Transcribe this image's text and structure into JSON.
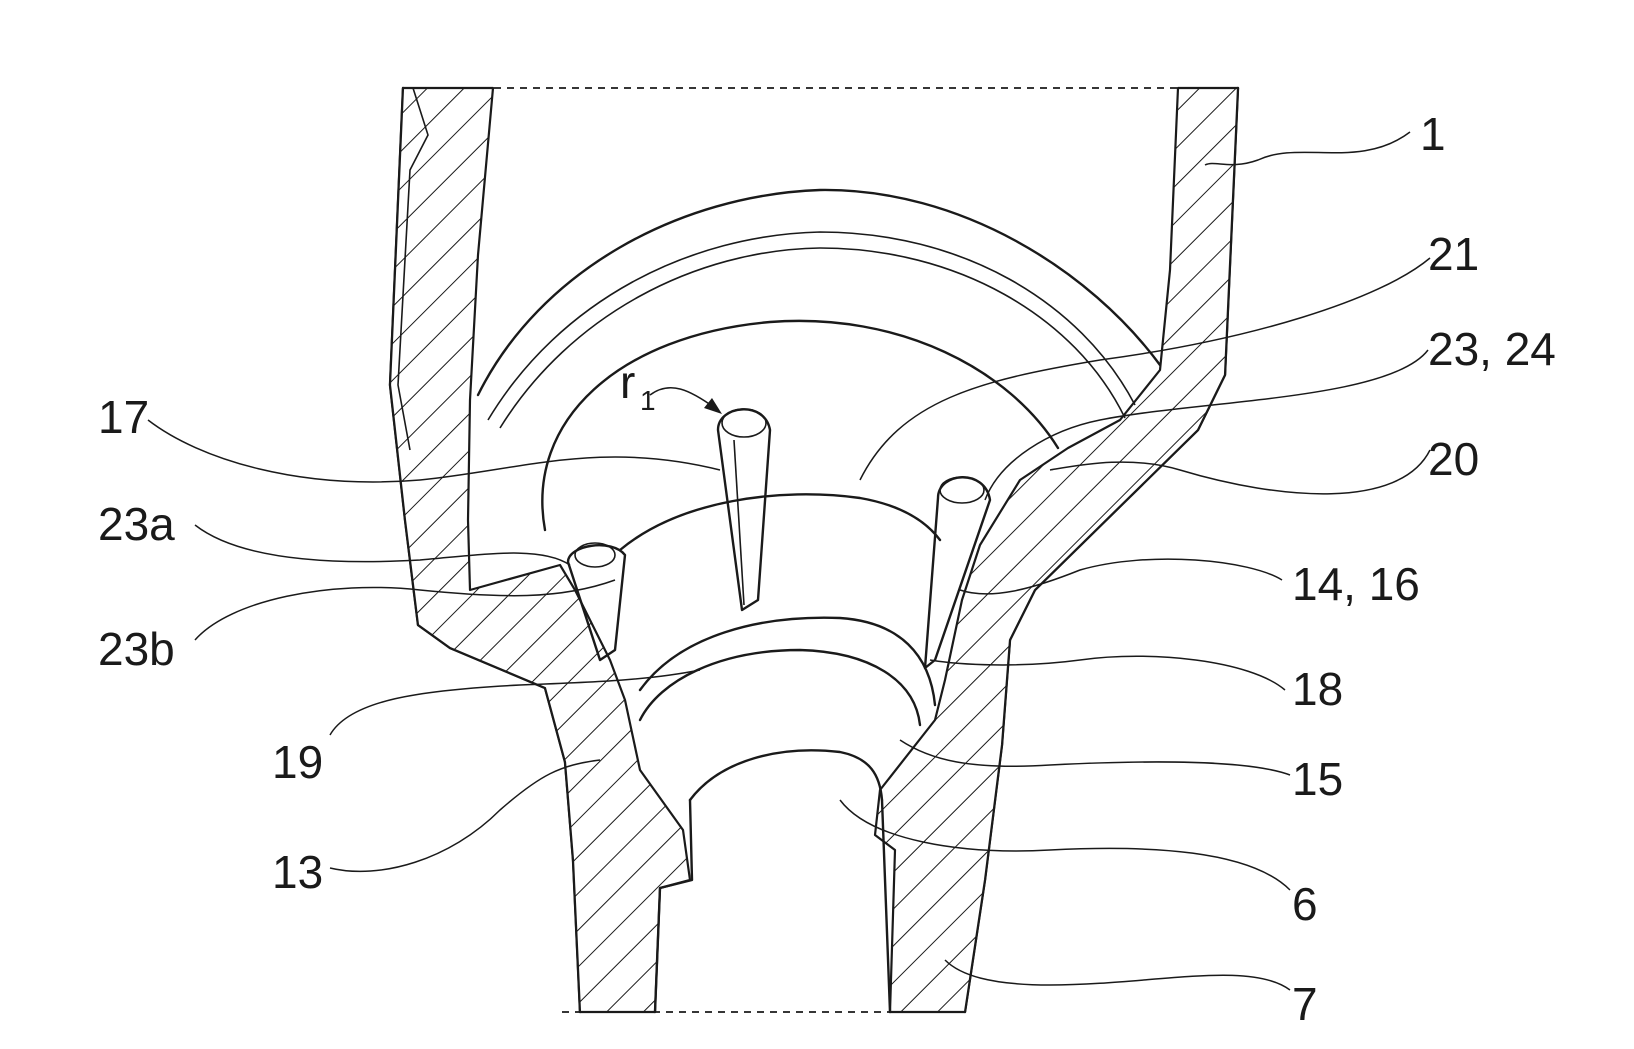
{
  "figure": {
    "labels": {
      "l1": "1",
      "l21": "21",
      "l2324": "23, 24",
      "l20": "20",
      "l1416": "14, 16",
      "l18": "18",
      "l15": "15",
      "l6": "6",
      "l7": "7",
      "l17": "17",
      "l23a": "23a",
      "l23b": "23b",
      "l19": "19",
      "l13": "13",
      "r": "r",
      "r_sub": "1"
    }
  }
}
